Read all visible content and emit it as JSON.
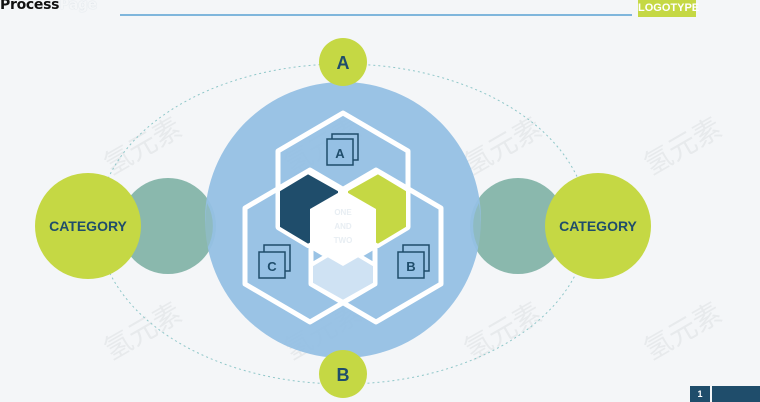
{
  "header": {
    "title_main": "Process",
    "title_faded": "Page",
    "logo": "LOGOTYPE"
  },
  "diagram": {
    "top_node": "A",
    "bottom_node": "B",
    "left_category": "CATEGORY",
    "right_category": "CATEGORY",
    "hex_labels": {
      "a": "A",
      "b": "B",
      "c": "C"
    },
    "center_text": [
      "ONE",
      "AND",
      "TWO"
    ]
  },
  "watermark": "氢元素",
  "footer": {
    "page_number": "1"
  },
  "colors": {
    "lime": "#c5d844",
    "teal": "#8ab8ad",
    "sky": "#95c0e4",
    "navy": "#1f4d6b",
    "pale_blue": "#cfe2f3"
  }
}
